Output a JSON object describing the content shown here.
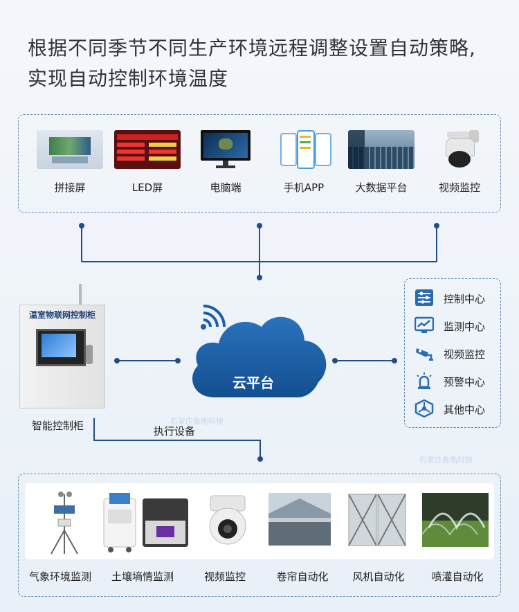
{
  "headline": {
    "line1": "根据不同季节不同生产环境远程调整设置自动策略,",
    "line2": "实现自动控制环境温度"
  },
  "top_devices": [
    {
      "label": "拼接屏",
      "icon": "video-wall-icon"
    },
    {
      "label": "LED屏",
      "icon": "led-screen-icon"
    },
    {
      "label": "电脑端",
      "icon": "computer-monitor-icon"
    },
    {
      "label": "手机APP",
      "icon": "mobile-app-icon"
    },
    {
      "label": "大数据平台",
      "icon": "big-data-platform-icon"
    },
    {
      "label": "视频监控",
      "icon": "ptz-camera-icon"
    }
  ],
  "cloud": {
    "label": "云平台",
    "icon": "cloud-icon",
    "wifi_icon": "wifi-signal-icon"
  },
  "cabinet": {
    "title": "温室物联网控制柜",
    "label": "智能控制柜"
  },
  "execution_label": "执行设备",
  "centers": [
    {
      "label": "控制中心",
      "icon": "control-sliders-icon"
    },
    {
      "label": "监测中心",
      "icon": "monitor-chart-icon"
    },
    {
      "label": "视频监控",
      "icon": "security-camera-icon"
    },
    {
      "label": "预警中心",
      "icon": "alarm-light-icon"
    },
    {
      "label": "其他中心",
      "icon": "hexagon-network-icon"
    }
  ],
  "bottom_devices": [
    {
      "label": "气象环境监测",
      "icon": "weather-station-icon"
    },
    {
      "label": "土壤墒情监测",
      "icon": "soil-moisture-kit-icon"
    },
    {
      "label": "视频监控",
      "icon": "dome-camera-icon"
    },
    {
      "label": "卷帘自动化",
      "icon": "greenhouse-curtain-icon"
    },
    {
      "label": "风机自动化",
      "icon": "exhaust-fan-icon"
    },
    {
      "label": "喷灌自动化",
      "icon": "sprinkler-irrigation-icon"
    }
  ],
  "watermarks": [
    "石家庄鲁皓科技",
    "石家庄鲁皓科技"
  ],
  "colors": {
    "accent": "#1f4f84",
    "cloud": "#1d5fa6",
    "dashed_border": "#5f88b0"
  }
}
